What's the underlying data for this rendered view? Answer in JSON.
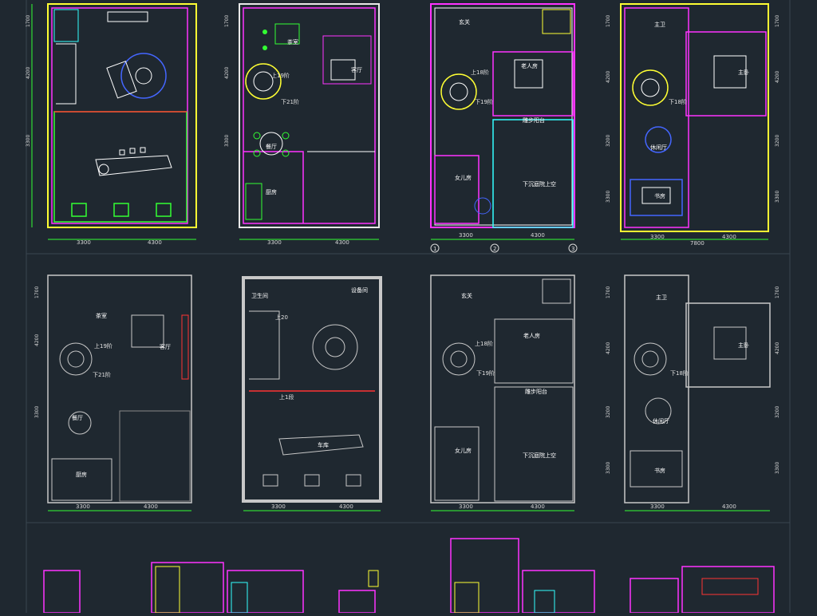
{
  "colors": {
    "background": "#1f2830",
    "wall_yellow": "#ffff33",
    "wall_magenta": "#ff33ff",
    "wall_cyan": "#33ffff",
    "wall_green": "#33ff33",
    "wall_white": "#e8e8e8",
    "wall_red": "#ff3333",
    "wall_blue": "#4466ff"
  },
  "top_row": {
    "plan_1": {
      "dims_bottom": [
        "3300",
        "4300"
      ],
      "dims_left": [
        "1700",
        "4200",
        "3300"
      ]
    },
    "plan_2": {
      "rooms": [
        "茶室",
        "客厅",
        "餐厅",
        "厨房"
      ],
      "stair_up": "上19阶",
      "stair_down": "下21阶",
      "dims_bottom": [
        "3300",
        "4300"
      ],
      "dims_left": [
        "1700",
        "4200",
        "3300"
      ]
    },
    "plan_3": {
      "rooms": [
        "玄关",
        "老人房",
        "女儿房",
        "下沉庭院上空"
      ],
      "terrace": "雕步阳台",
      "stair_up": "上18阶",
      "stair_down": "下19阶",
      "dims_bottom": [
        "3300",
        "4300"
      ],
      "axis_markers": [
        "1",
        "2",
        "3"
      ]
    },
    "plan_4": {
      "rooms": [
        "主卫",
        "主卧",
        "休闲厅",
        "书房"
      ],
      "stair_down": "下18阶",
      "dims_bottom": [
        "3300",
        "7800",
        "4300"
      ],
      "dims_left": [
        "1700",
        "4200",
        "3200",
        "3300"
      ],
      "dims_right": [
        "1700",
        "4200",
        "3200",
        "3300"
      ]
    }
  },
  "middle_row": {
    "plan_1": {
      "rooms": [
        "茶室",
        "客厅",
        "餐厅",
        "厨房"
      ],
      "stair_up": "上19阶",
      "stair_down": "下21阶",
      "dims_bottom": [
        "3300",
        "4300"
      ],
      "dims_left": [
        "1700",
        "4200",
        "3300"
      ]
    },
    "plan_2": {
      "rooms": [
        "卫生间",
        "设备间",
        "车库"
      ],
      "stair_up": "上1段",
      "stair_down": "上20",
      "dims_bottom": [
        "3300",
        "4300"
      ]
    },
    "plan_3": {
      "rooms": [
        "玄关",
        "老人房",
        "女儿房",
        "下沉庭院上空"
      ],
      "terrace": "雕步阳台",
      "stair_up": "上18阶",
      "stair_down": "下19阶",
      "dims_bottom": [
        "3300",
        "4300"
      ]
    },
    "plan_4": {
      "rooms": [
        "主卫",
        "主卧",
        "休闲厅",
        "书房"
      ],
      "stair_down": "下18阶",
      "dims_bottom": [
        "3300",
        "4300"
      ],
      "dims_left": [
        "1700",
        "4200",
        "3200",
        "3300"
      ],
      "dims_right": [
        "1700",
        "4200",
        "3200",
        "3300"
      ]
    }
  }
}
